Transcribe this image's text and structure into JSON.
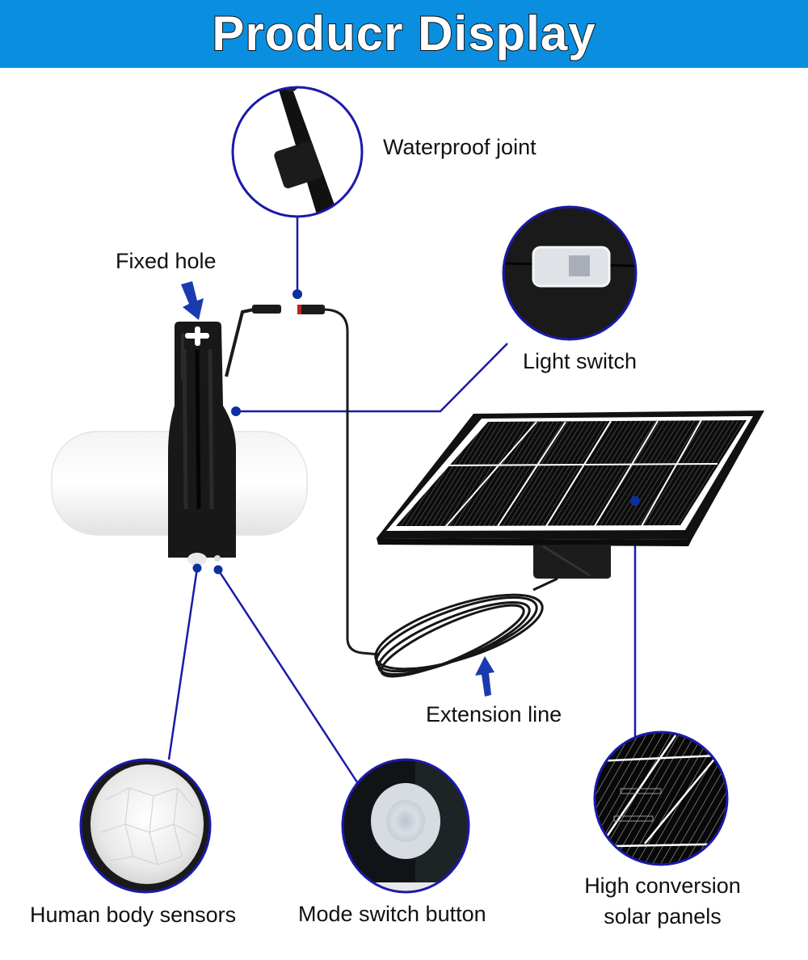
{
  "banner": {
    "title": "Producr Display",
    "bg_color": "#0a8fe0"
  },
  "callouts": [
    {
      "id": "waterproof-joint",
      "label": "Waterproof joint"
    },
    {
      "id": "fixed-hole",
      "label": "Fixed hole"
    },
    {
      "id": "light-switch",
      "label": "Light switch"
    },
    {
      "id": "extension-line",
      "label": "Extension line"
    },
    {
      "id": "human-body-sensors",
      "label": "Human body sensors"
    },
    {
      "id": "mode-switch-button",
      "label": "Mode switch button"
    },
    {
      "id": "solar-panels",
      "label_line1": "High conversion",
      "label_line2": "solar panels"
    }
  ],
  "colors": {
    "leader_line": "#1a1aa8",
    "ring": "#1a1aa8",
    "dot": "#0a2f9e",
    "product_black": "#151515"
  }
}
